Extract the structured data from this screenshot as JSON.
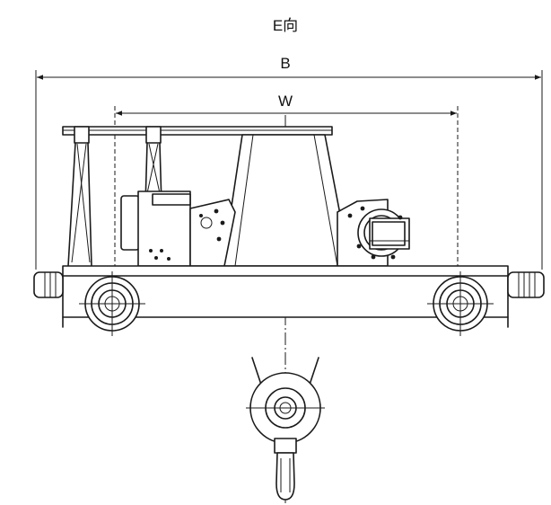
{
  "view_label": "E向",
  "dimensions": {
    "overall_width_label": "B",
    "gauge_label": "W"
  }
}
